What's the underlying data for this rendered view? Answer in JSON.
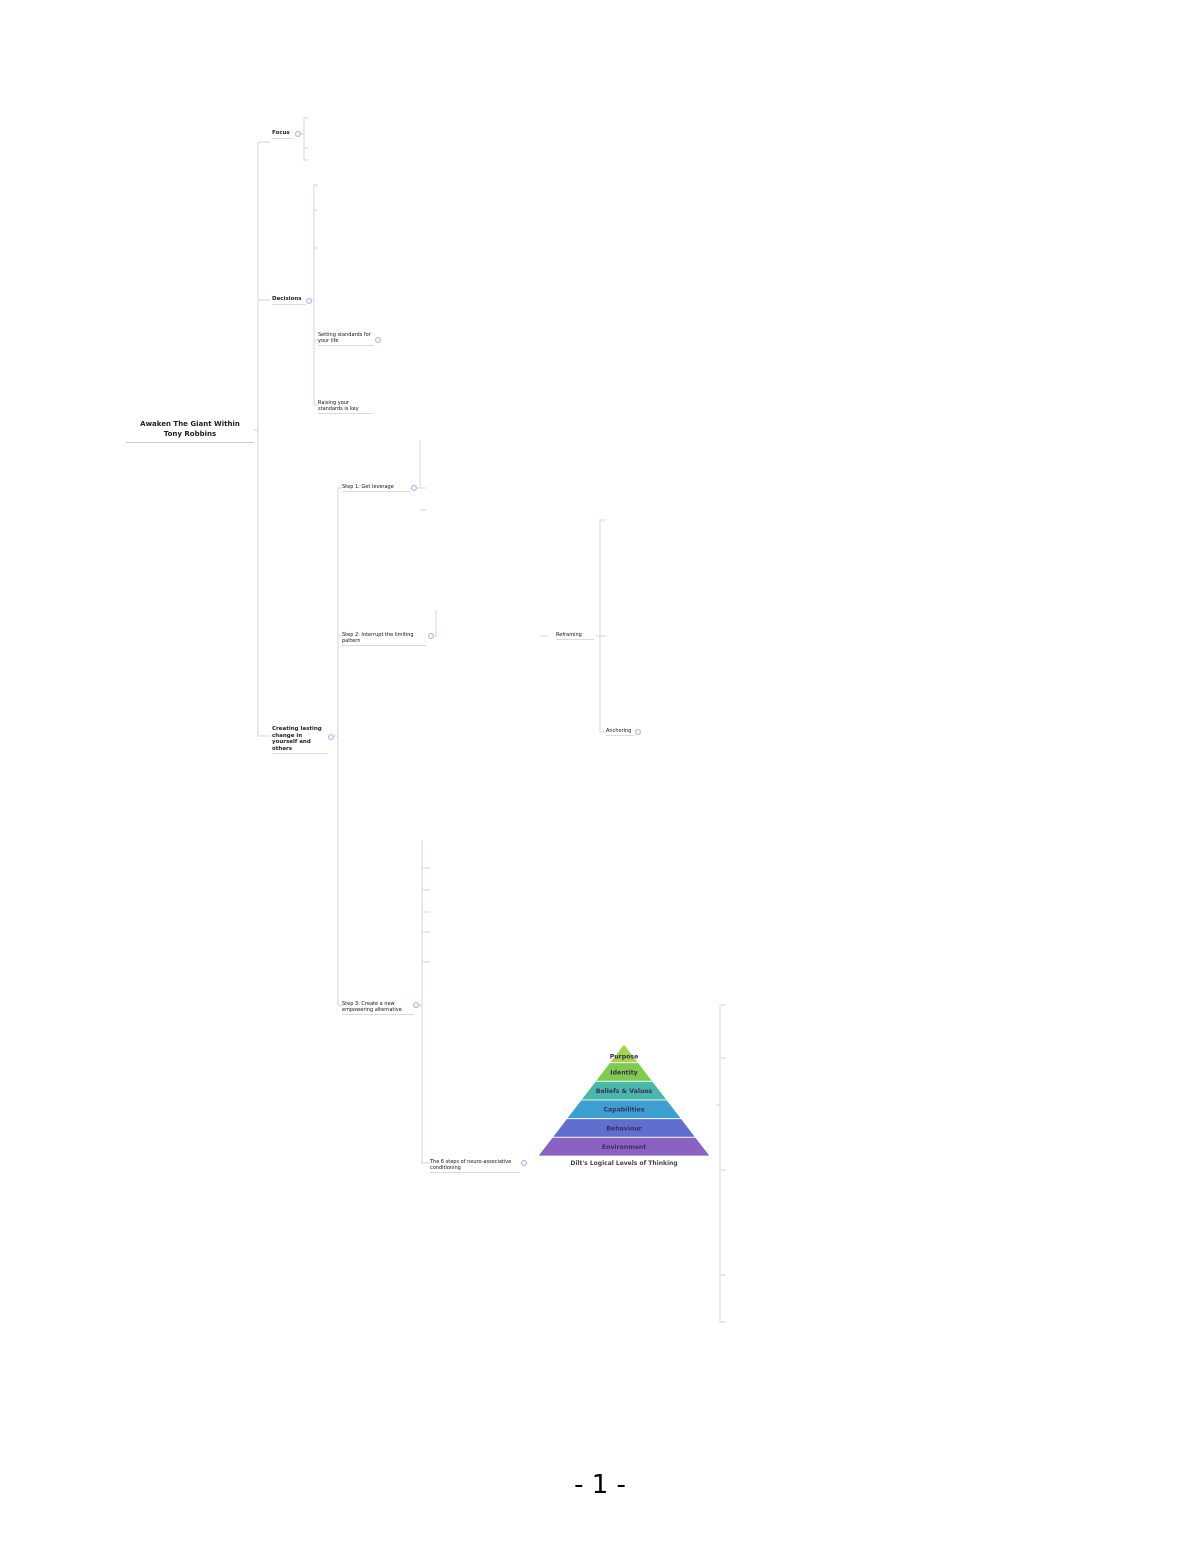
{
  "diagram": {
    "root": {
      "title_line1": "Awaken The Giant Within",
      "title_line2": "Tony Robbins"
    },
    "branches": {
      "focus": "Focus",
      "decisions": "Decisions",
      "decisions_sub": "Setting standards for your life",
      "decisions_note": "Raising your standards is key",
      "creating_lasting_change": "Creating lasting change in yourself and others",
      "c1": "Step 1: Get leverage",
      "c2": "Step 2: Interrupt the limiting pattern",
      "c3": "Step 3: Create a new empowering alternative",
      "c4": "The 6 steps of neuro-associative conditioning",
      "c3_sub": "Reframing",
      "c3_sub2": "Anchoring"
    },
    "pyramid": {
      "levels": [
        "Purpose",
        "Identity",
        "Beliefs & Values",
        "Capabilities",
        "Behaviour",
        "Environment"
      ],
      "colors": [
        "#a3d44a",
        "#7fcb4e",
        "#4ab8a6",
        "#3d9fcf",
        "#5f6fcf",
        "#8b62c2"
      ],
      "caption": "Dilt's Logical Levels of Thinking"
    },
    "page_number": "- 1 -"
  }
}
